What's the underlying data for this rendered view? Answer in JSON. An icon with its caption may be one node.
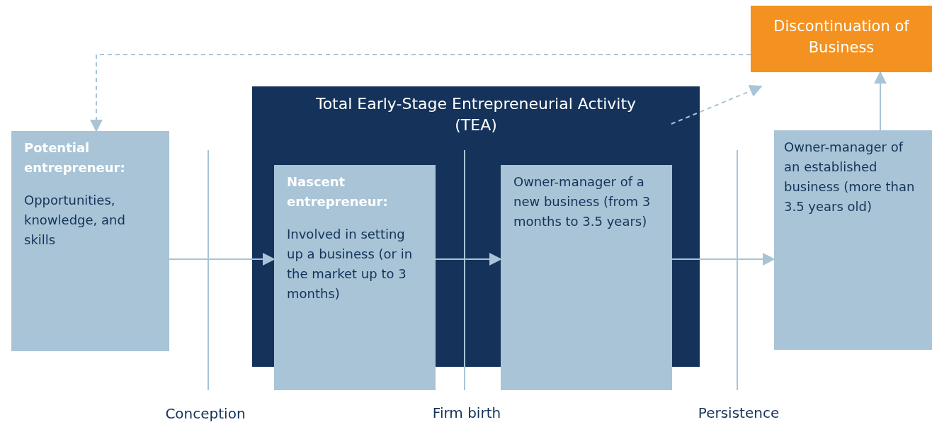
{
  "diagram": {
    "nodes": [
      {
        "text": [
          "Discontinuation of Business"
        ]
      },
      {
        "text": [
          "Total Early-Stage Entrepreneurial Activity (TEA)"
        ]
      },
      {
        "text": [
          "Potential entrepreneur:",
          "Opportunities, knowledge, and skills"
        ]
      },
      {
        "text": [
          "Nascent entrepreneur:",
          "Involved in setting up a business (or in the market up to 3 months)"
        ],
        "in": 1
      },
      {
        "text": [
          "Owner-manager of a new business (from 3 months to 3.5 years)"
        ],
        "in": 1
      },
      {
        "text": [
          "Owner-manager of an established business (more than 3.5 years old)"
        ]
      }
    ],
    "edges": [
      {
        "from": 0,
        "to": 2,
        "arrow": "to",
        "style": "dashed"
      },
      {
        "from": 1,
        "to": 0,
        "arrow": "to",
        "style": "dashed"
      },
      {
        "from": 2,
        "to": 3,
        "arrow": "to"
      },
      {
        "from": 3,
        "to": 4,
        "arrow": "to"
      },
      {
        "from": 4,
        "to": 5,
        "arrow": "to"
      },
      {
        "from": 5,
        "to": 0,
        "arrow": "to"
      }
    ],
    "labels": [
      "Conception",
      "Firm birth",
      "Persistence"
    ]
  }
}
